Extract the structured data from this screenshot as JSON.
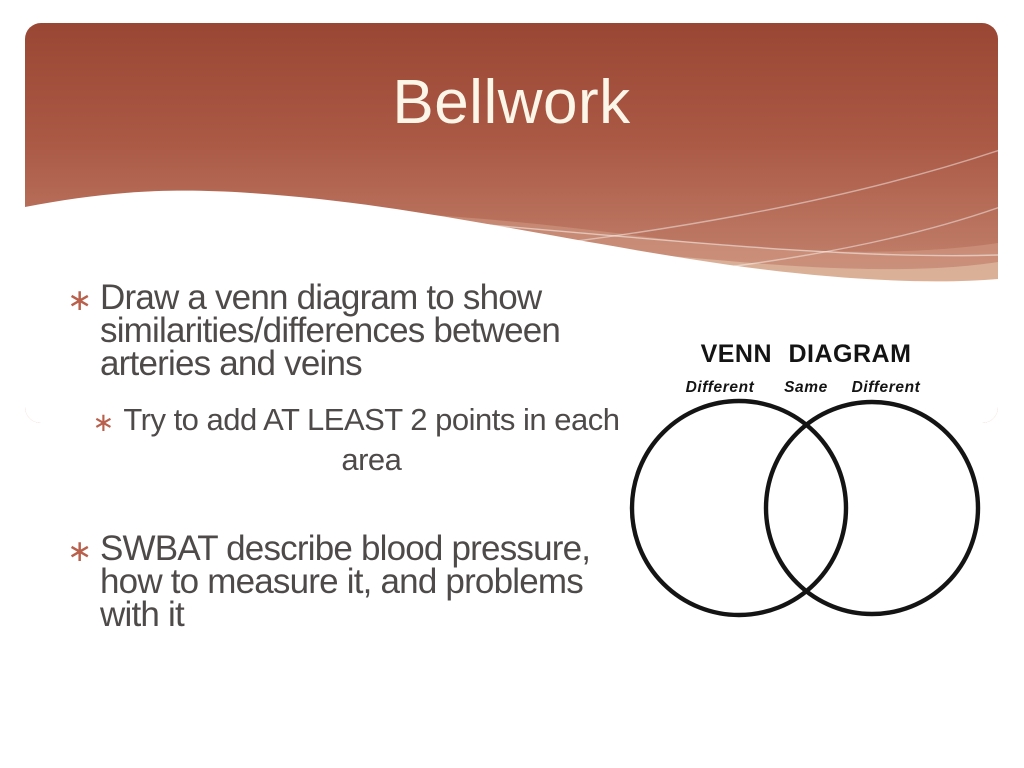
{
  "slide": {
    "title": "Bellwork",
    "bullets": [
      {
        "level": 1,
        "marker": "∗",
        "lines": [
          "Draw a venn diagram to show",
          "similarities/differences between",
          "arteries and veins"
        ]
      },
      {
        "level": 2,
        "marker": "∗",
        "lines": [
          "Try to add AT LEAST 2 points in each",
          "area"
        ]
      },
      {
        "level": 1,
        "marker": "∗",
        "lines": [
          "SWBAT describe blood pressure,",
          "how to measure it, and problems",
          "with it"
        ]
      }
    ]
  },
  "venn": {
    "title": "VENN DIAGRAM",
    "labels": {
      "left": "Different",
      "middle": "Same",
      "right": "Different"
    }
  },
  "colors": {
    "accent": "#b9604c",
    "body-text": "#4e4a4a",
    "title-text": "#fcf6e8",
    "venn-ink": "#141414",
    "grad-top": "#9a4634",
    "grad-mid1": "#ab5a46",
    "grad-mid2": "#be7b66",
    "grad-bottom": "#cc937d",
    "wave-salmon": "#d8a58e",
    "wave-cream": "#ddb59c"
  }
}
